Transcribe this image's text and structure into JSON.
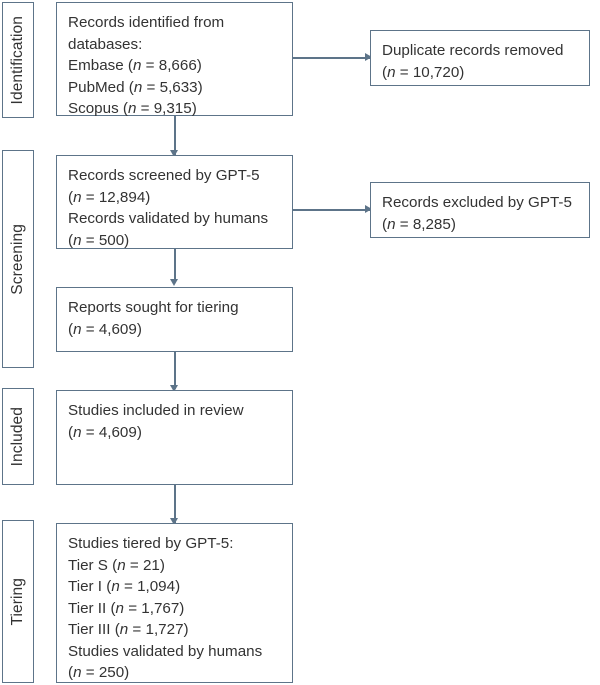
{
  "diagram": {
    "type": "prisma-flow-diagram",
    "border_color": "#5d7489",
    "text_color": "#333333",
    "background_color": "#ffffff"
  },
  "stages": [
    {
      "key": "identification",
      "label": "Identification"
    },
    {
      "key": "screening",
      "label": "Screening"
    },
    {
      "key": "included",
      "label": "Included"
    },
    {
      "key": "tiering",
      "label": "Tiering"
    }
  ],
  "boxes": {
    "identified": {
      "lines": [
        {
          "text": "Records identified from"
        },
        {
          "text": "databases:"
        },
        {
          "pre": "Embase (",
          "ital": "n",
          "post": " = 8,666)"
        },
        {
          "pre": "PubMed (",
          "ital": "n",
          "post": " = 5,633)"
        },
        {
          "pre": "Scopus (",
          "ital": "n",
          "post": " = 9,315)"
        }
      ]
    },
    "duplicates_removed": {
      "lines": [
        {
          "text": "Duplicate records removed"
        },
        {
          "pre": "(",
          "ital": "n",
          "post": " = 10,720)"
        }
      ]
    },
    "screened": {
      "lines": [
        {
          "text": "Records screened by GPT-5"
        },
        {
          "pre": "(",
          "ital": "n",
          "post": " = 12,894)"
        },
        {
          "text": "Records validated by humans"
        },
        {
          "pre": "(",
          "ital": "n",
          "post": " = 500)"
        }
      ]
    },
    "excluded": {
      "lines": [
        {
          "text": "Records excluded by GPT-5"
        },
        {
          "pre": "(",
          "ital": "n",
          "post": " = 8,285)"
        }
      ]
    },
    "sought": {
      "lines": [
        {
          "text": "Reports sought for tiering"
        },
        {
          "pre": "(",
          "ital": "n",
          "post": " = 4,609)"
        }
      ]
    },
    "included": {
      "lines": [
        {
          "text": "Studies included in review"
        },
        {
          "pre": "(",
          "ital": "n",
          "post": " = 4,609)"
        }
      ]
    },
    "tiered": {
      "lines": [
        {
          "text": "Studies tiered by GPT-5:"
        },
        {
          "pre": "Tier S (",
          "ital": "n",
          "post": " = 21)"
        },
        {
          "pre": "Tier I (",
          "ital": "n",
          "post": " = 1,094)"
        },
        {
          "pre": "Tier II (",
          "ital": "n",
          "post": " = 1,767)"
        },
        {
          "pre": "Tier III (",
          "ital": "n",
          "post": " = 1,727)"
        },
        {
          "text": "Studies validated by humans"
        },
        {
          "pre": "(",
          "ital": "n",
          "post": " = 250)"
        }
      ]
    }
  }
}
